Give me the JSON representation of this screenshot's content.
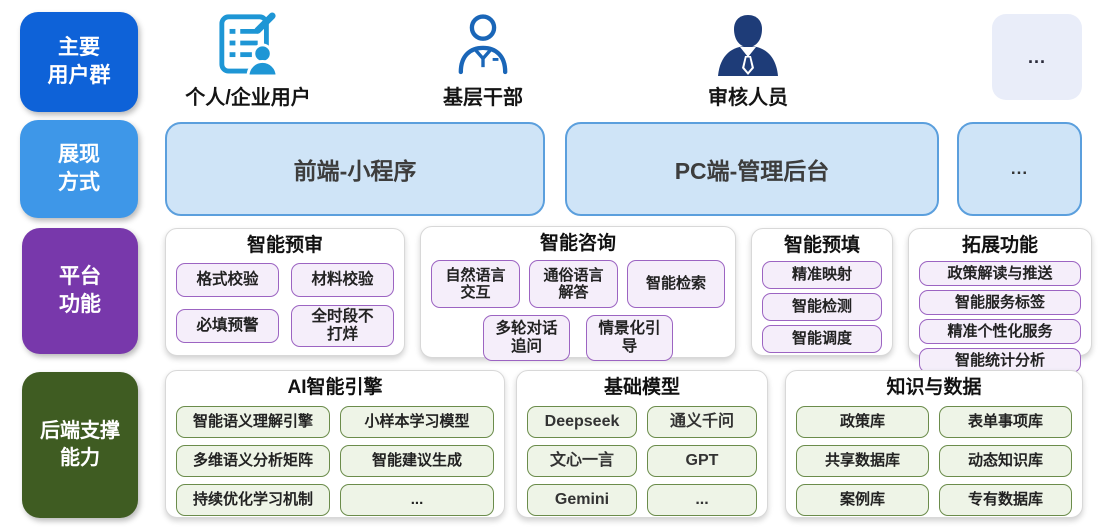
{
  "diagram_title": "AI government service platform architecture",
  "colors": {
    "users_label": "#0e62d8",
    "channel_label": "#3e97e8",
    "platform_label": "#7838ab",
    "backend_label": "#3f5c22",
    "channel_box_fill": "#cfe4f7",
    "channel_box_border": "#5b9fdd",
    "purple_chip_border": "#9c64c2",
    "green_chip_border": "#6b8c4b"
  },
  "user_row": {
    "label": "主要\n用户群",
    "users": [
      {
        "name": "个人/企业用户",
        "icon": "form-pencil-icon"
      },
      {
        "name": "基层干部",
        "icon": "person-outline-icon"
      },
      {
        "name": "审核人员",
        "icon": "person-solid-icon"
      }
    ],
    "more": "..."
  },
  "channel_row": {
    "label": "展现\n方式",
    "channels": [
      "前端-小程序",
      "PC端-管理后台"
    ],
    "more": "..."
  },
  "platform_row": {
    "label": "平台\n功能",
    "groups": [
      {
        "title": "智能预审",
        "chips": [
          "格式校验",
          "材料校验",
          "必填预警",
          "全时段不打烊"
        ]
      },
      {
        "title": "智能咨询",
        "chips": [
          "自然语言交互",
          "通俗语言解答",
          "智能检索",
          "多轮对话追问",
          "情景化引导"
        ]
      },
      {
        "title": "智能预填",
        "chips": [
          "精准映射",
          "智能检测",
          "智能调度"
        ]
      },
      {
        "title": "拓展功能",
        "chips": [
          "政策解读与推送",
          "智能服务标签",
          "精准个性化服务",
          "智能统计分析"
        ]
      }
    ]
  },
  "backend_row": {
    "label": "后端支撑\n能力",
    "groups": [
      {
        "title": "AI智能引擎",
        "chips": [
          "智能语义理解引擎",
          "小样本学习模型",
          "多维语义分析矩阵",
          "智能建议生成",
          "持续优化学习机制",
          "..."
        ]
      },
      {
        "title": "基础模型",
        "chips": [
          "Deepseek",
          "通义千问",
          "文心一言",
          "GPT",
          "Gemini",
          "..."
        ]
      },
      {
        "title": "知识与数据",
        "chips": [
          "政策库",
          "表单事项库",
          "共享数据库",
          "动态知识库",
          "案例库",
          "专有数据库"
        ]
      }
    ]
  }
}
